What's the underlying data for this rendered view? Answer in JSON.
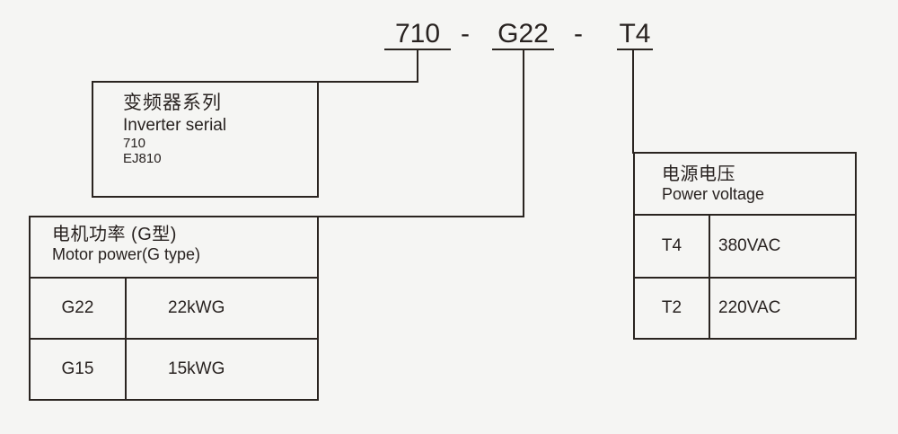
{
  "model_code": {
    "series": "710",
    "separator": "-",
    "power": "G22",
    "voltage": "T4"
  },
  "inverter_serial_box": {
    "title_zh": "变频器系列",
    "title_en": "Inverter serial",
    "models": [
      "710",
      "EJ810"
    ]
  },
  "motor_power_table": {
    "title_zh": "电机功率 (G型)",
    "title_en": "Motor power(G type)",
    "rows": [
      {
        "code": "G22",
        "value": "22kWG"
      },
      {
        "code": "G15",
        "value": "15kWG"
      }
    ]
  },
  "power_voltage_table": {
    "title_zh": "电源电压",
    "title_en": "Power voltage",
    "rows": [
      {
        "code": "T4",
        "value": "380VAC"
      },
      {
        "code": "T2",
        "value": "220VAC"
      }
    ]
  },
  "colors": {
    "background": "#f5f5f3",
    "line": "#2a2420",
    "text": "#282220"
  }
}
